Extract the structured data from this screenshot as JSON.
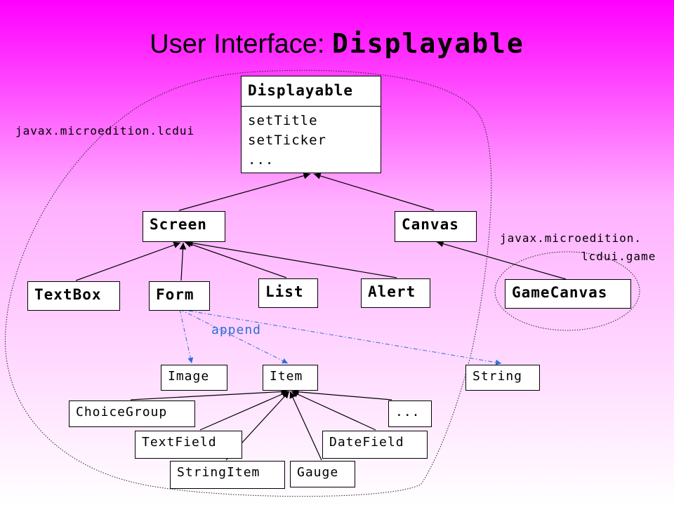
{
  "title": {
    "prefix": "User Interface: ",
    "class_name": "Displayable"
  },
  "packages": {
    "lcdui": "javax.microedition.lcdui",
    "game_line1": "javax.microedition.",
    "game_line2": "lcdui.game"
  },
  "displayable": {
    "name": "Displayable",
    "methods": [
      "setTitle",
      "setTicker",
      "..."
    ]
  },
  "classes": {
    "screen": "Screen",
    "canvas": "Canvas",
    "textbox": "TextBox",
    "form": "Form",
    "list": "List",
    "alert": "Alert",
    "gamecanvas": "GameCanvas",
    "image": "Image",
    "item": "Item",
    "string": "String",
    "choicegroup": "ChoiceGroup",
    "ellipsis": "...",
    "textfield": "TextField",
    "datefield": "DateField",
    "stringitem": "StringItem",
    "gauge": "Gauge"
  },
  "relation_label": "append",
  "colors": {
    "append_line": "#2b6fd6",
    "bg_top": "#ff00ff",
    "bg_bottom": "#ffffff"
  }
}
